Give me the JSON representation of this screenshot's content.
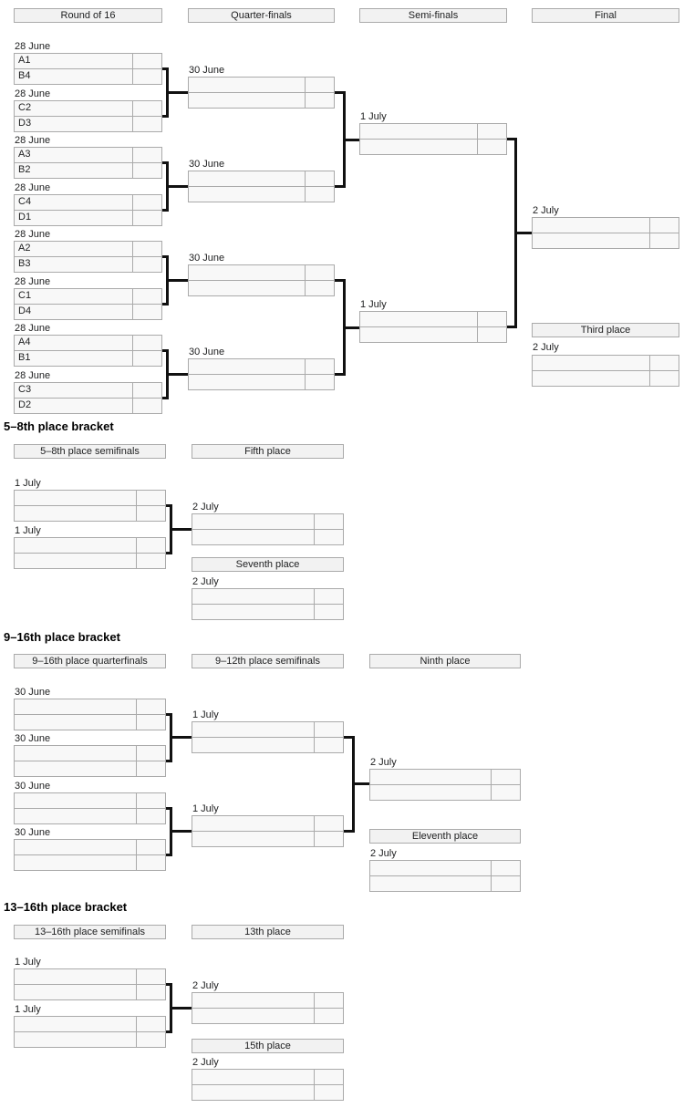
{
  "colors": {
    "background": "#ffffff",
    "box_border": "#aaaaaa",
    "box_fill": "#f8f8f8",
    "header_fill": "#f2f2f2",
    "connector": "#111111",
    "text": "#202122"
  },
  "main": {
    "headers": [
      "Round of 16",
      "Quarter-finals",
      "Semi-finals",
      "Final"
    ],
    "r16": [
      {
        "date": "28 June",
        "top_name": "A1",
        "top_score": "",
        "bot_name": "B4",
        "bot_score": ""
      },
      {
        "date": "28 June",
        "top_name": "C2",
        "top_score": "",
        "bot_name": "D3",
        "bot_score": ""
      },
      {
        "date": "28 June",
        "top_name": "A3",
        "top_score": "",
        "bot_name": "B2",
        "bot_score": ""
      },
      {
        "date": "28 June",
        "top_name": "C4",
        "top_score": "",
        "bot_name": "D1",
        "bot_score": ""
      },
      {
        "date": "28 June",
        "top_name": "A2",
        "top_score": "",
        "bot_name": "B3",
        "bot_score": ""
      },
      {
        "date": "28 June",
        "top_name": "C1",
        "top_score": "",
        "bot_name": "D4",
        "bot_score": ""
      },
      {
        "date": "28 June",
        "top_name": "A4",
        "top_score": "",
        "bot_name": "B1",
        "bot_score": ""
      },
      {
        "date": "28 June",
        "top_name": "C3",
        "top_score": "",
        "bot_name": "D2",
        "bot_score": ""
      }
    ],
    "qf": [
      {
        "date": "30 June",
        "top_name": "",
        "top_score": "",
        "bot_name": "",
        "bot_score": ""
      },
      {
        "date": "30 June",
        "top_name": "",
        "top_score": "",
        "bot_name": "",
        "bot_score": ""
      },
      {
        "date": "30 June",
        "top_name": "",
        "top_score": "",
        "bot_name": "",
        "bot_score": ""
      },
      {
        "date": "30 June",
        "top_name": "",
        "top_score": "",
        "bot_name": "",
        "bot_score": ""
      }
    ],
    "sf": [
      {
        "date": "1 July",
        "top_name": "",
        "top_score": "",
        "bot_name": "",
        "bot_score": ""
      },
      {
        "date": "1 July",
        "top_name": "",
        "top_score": "",
        "bot_name": "",
        "bot_score": ""
      }
    ],
    "final": {
      "date": "2 July",
      "top_name": "",
      "top_score": "",
      "bot_name": "",
      "bot_score": ""
    },
    "third": {
      "header": "Third place",
      "date": "2 July",
      "top_name": "",
      "top_score": "",
      "bot_name": "",
      "bot_score": ""
    }
  },
  "b58": {
    "title": "5–8th place bracket",
    "headers": [
      "5–8th place semifinals",
      "Fifth place"
    ],
    "sf": [
      {
        "date": "1 July",
        "top_name": "",
        "top_score": "",
        "bot_name": "",
        "bot_score": ""
      },
      {
        "date": "1 July",
        "top_name": "",
        "top_score": "",
        "bot_name": "",
        "bot_score": ""
      }
    ],
    "fifth": {
      "date": "2 July",
      "top_name": "",
      "top_score": "",
      "bot_name": "",
      "bot_score": ""
    },
    "seventh": {
      "header": "Seventh place",
      "date": "2 July",
      "top_name": "",
      "top_score": "",
      "bot_name": "",
      "bot_score": ""
    }
  },
  "b916": {
    "title": "9–16th place bracket",
    "headers": [
      "9–16th place quarterfinals",
      "9–12th place semifinals",
      "Ninth place"
    ],
    "qf": [
      {
        "date": "30 June",
        "top_name": "",
        "top_score": "",
        "bot_name": "",
        "bot_score": ""
      },
      {
        "date": "30 June",
        "top_name": "",
        "top_score": "",
        "bot_name": "",
        "bot_score": ""
      },
      {
        "date": "30 June",
        "top_name": "",
        "top_score": "",
        "bot_name": "",
        "bot_score": ""
      },
      {
        "date": "30 June",
        "top_name": "",
        "top_score": "",
        "bot_name": "",
        "bot_score": ""
      }
    ],
    "sf": [
      {
        "date": "1 July",
        "top_name": "",
        "top_score": "",
        "bot_name": "",
        "bot_score": ""
      },
      {
        "date": "1 July",
        "top_name": "",
        "top_score": "",
        "bot_name": "",
        "bot_score": ""
      }
    ],
    "ninth": {
      "date": "2 July",
      "top_name": "",
      "top_score": "",
      "bot_name": "",
      "bot_score": ""
    },
    "eleventh": {
      "header": "Eleventh place",
      "date": "2 July",
      "top_name": "",
      "top_score": "",
      "bot_name": "",
      "bot_score": ""
    }
  },
  "b1316": {
    "title": "13–16th place bracket",
    "headers": [
      "13–16th place semifinals",
      "13th place"
    ],
    "sf": [
      {
        "date": "1 July",
        "top_name": "",
        "top_score": "",
        "bot_name": "",
        "bot_score": ""
      },
      {
        "date": "1 July",
        "top_name": "",
        "top_score": "",
        "bot_name": "",
        "bot_score": ""
      }
    ],
    "thirteenth": {
      "date": "2 July",
      "top_name": "",
      "top_score": "",
      "bot_name": "",
      "bot_score": ""
    },
    "fifteenth": {
      "header": "15th place",
      "date": "2 July",
      "top_name": "",
      "top_score": "",
      "bot_name": "",
      "bot_score": ""
    }
  }
}
